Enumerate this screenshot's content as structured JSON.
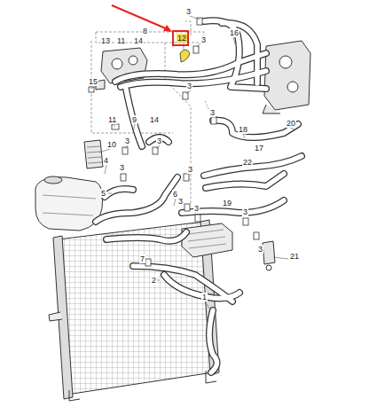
{
  "diagram": {
    "labels": [
      "3",
      "8",
      "13",
      "11",
      "14",
      "12",
      "16",
      "3",
      "15",
      "3",
      "11",
      "9",
      "14",
      "10",
      "3",
      "3",
      "3",
      "18",
      "17",
      "20",
      "4",
      "3",
      "5",
      "6",
      "3",
      "22",
      "3",
      "19",
      "3",
      "3",
      "21",
      "1",
      "7",
      "2",
      "3"
    ]
  }
}
